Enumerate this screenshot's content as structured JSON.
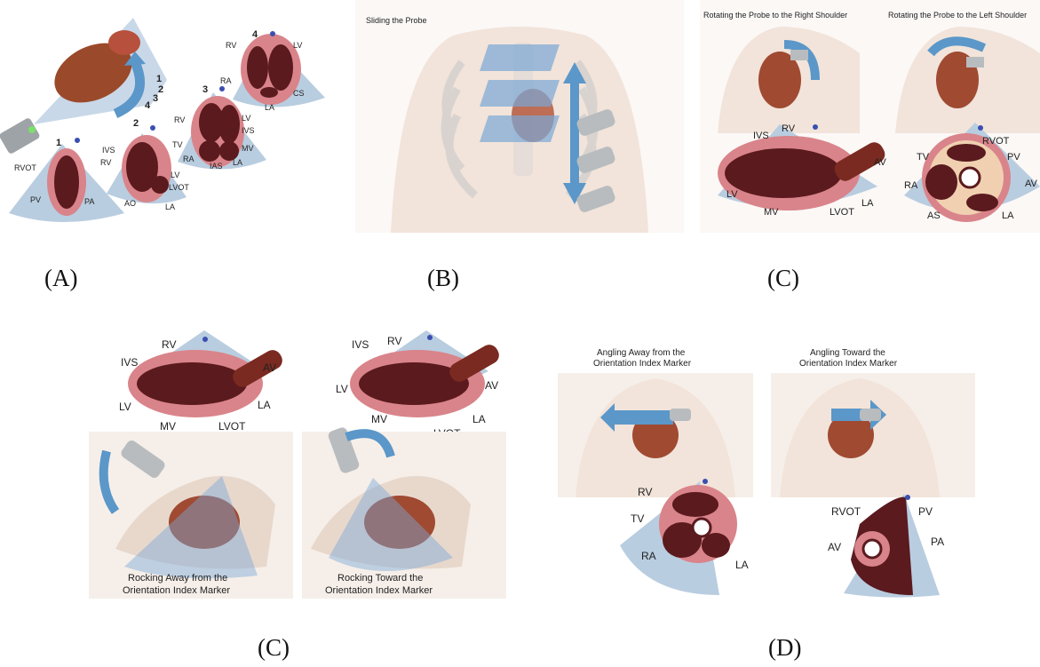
{
  "panel_a": {
    "caption": "(A)",
    "view_numbers": [
      "1",
      "2",
      "3",
      "4"
    ],
    "plane_numbers": [
      "1",
      "2",
      "3",
      "4"
    ],
    "view1": {
      "rvot": "RVOT",
      "pv": "PV",
      "pa": "PA"
    },
    "view2": {
      "ivs": "IVS",
      "rv": "RV",
      "lv": "LV",
      "lvot": "LVOT",
      "ao": "AO",
      "la": "LA"
    },
    "view3": {
      "rv": "RV",
      "lv": "LV",
      "ivs": "IVS",
      "tv": "TV",
      "ra": "RA",
      "mv": "MV",
      "ias": "IAS",
      "la": "LA"
    },
    "view4": {
      "rv": "RV",
      "lv": "LV",
      "ra": "RA",
      "cs": "CS",
      "la": "LA"
    }
  },
  "panel_b": {
    "caption": "(B)",
    "title": "Sliding the Probe"
  },
  "panel_c1": {
    "caption": "(C)",
    "title_right": "Rotating the Probe to the Right Shoulder",
    "title_left": "Rotating the Probe to the Left Shoulder",
    "long_axis": {
      "ivs": "IVS",
      "rv": "RV",
      "av": "AV",
      "lv": "LV",
      "mv": "MV",
      "lvot": "LVOT",
      "la": "LA"
    },
    "short_axis": {
      "tv": "TV",
      "rvot": "RVOT",
      "pv": "PV",
      "ra": "RA",
      "av": "AV",
      "as": "AS",
      "la": "LA"
    }
  },
  "panel_c2": {
    "caption": "(C)",
    "left": {
      "rv": "RV",
      "ivs": "IVS",
      "av": "AV",
      "lv": "LV",
      "la": "LA",
      "mv": "MV",
      "lvot": "LVOT",
      "subtitle_line1": "Rocking Away from the",
      "subtitle_line2": "Orientation Index Marker"
    },
    "right": {
      "ivs": "IVS",
      "rv": "RV",
      "lv": "LV",
      "av": "AV",
      "mv": "MV",
      "la": "LA",
      "lvot": "LVOT",
      "subtitle_line1": "Rocking Toward the",
      "subtitle_line2": "Orientation Index Marker"
    }
  },
  "panel_d": {
    "caption": "(D)",
    "left": {
      "title_line1": "Angling Away from the",
      "title_line2": "Orientation Index Marker",
      "rv": "RV",
      "tv": "TV",
      "ra": "RA",
      "la": "LA"
    },
    "right": {
      "title_line1": "Angling Toward the",
      "title_line2": "Orientation Index Marker",
      "rvot": "RVOT",
      "pv": "PV",
      "av": "AV",
      "pa": "PA"
    }
  },
  "colors": {
    "ultrasound_sector": "#b9cde0",
    "myocardium": "#d9848a",
    "chamber": "#5a1a1e",
    "valve": "#f0e0c8",
    "arrow": "#5b97c9",
    "skin": "#f2e4da",
    "rib": "#d9d3d0",
    "probe": "#b8bcbf",
    "index_dot": "#3a4fb0"
  }
}
